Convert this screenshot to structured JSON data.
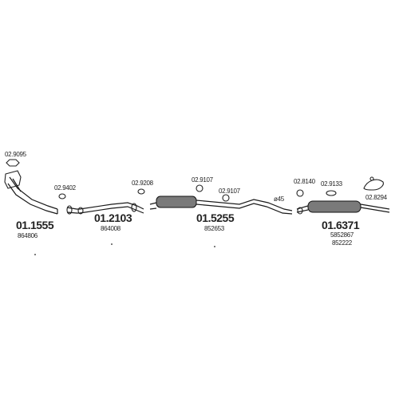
{
  "parts": [
    {
      "number": "01.1555",
      "ref": "864806"
    },
    {
      "number": "01.2103",
      "ref": "864008"
    },
    {
      "number": "01.5255",
      "ref": "852653"
    },
    {
      "number": "01.6371",
      "ref": "5852867",
      "ref2": "852222"
    }
  ],
  "hardware": [
    {
      "code": "02.9095"
    },
    {
      "code": "02.9402"
    },
    {
      "code": "02.9208"
    },
    {
      "code": "02.9107"
    },
    {
      "code": "02.9107"
    },
    {
      "code": "02.8140"
    },
    {
      "code": "02.9133"
    },
    {
      "code": "02.8294"
    }
  ],
  "annotation": {
    "text": "ø45"
  }
}
